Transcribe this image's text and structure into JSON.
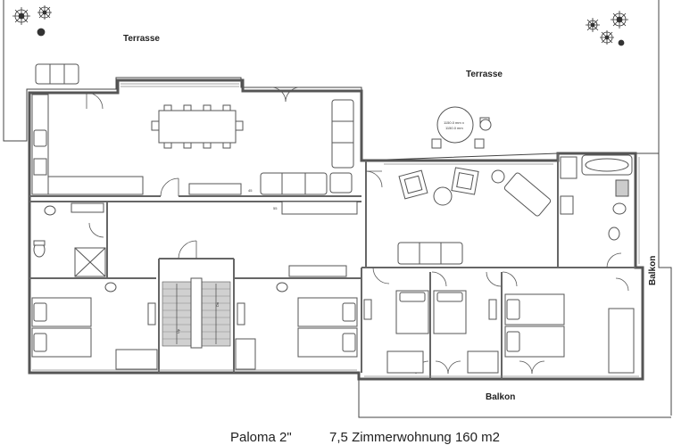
{
  "labels": {
    "terrace_left": "Terrasse",
    "terrace_right": "Terrasse",
    "balcony_bottom": "Balkon",
    "balcony_right": "Balkon"
  },
  "table_note": {
    "line1": "1150.0 mm x",
    "line2": "1150.0 mm"
  },
  "dims": {
    "d1": "45",
    "d2": "55"
  },
  "stair_marks": {
    "left": "Up",
    "right": "Dn"
  },
  "caption": {
    "name": "Paloma 2\"",
    "description": "7,5 Zimmerwohnung 160 m2"
  }
}
